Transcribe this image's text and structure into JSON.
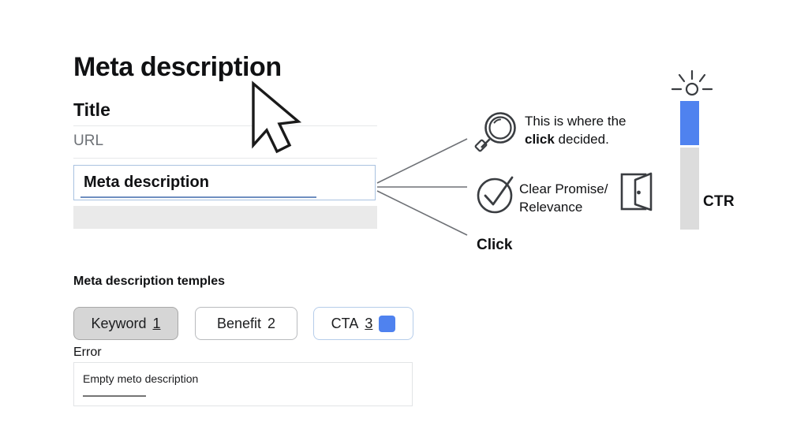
{
  "page": {
    "title": "Meta description"
  },
  "serp_preview": {
    "title_label": "Title",
    "url_label": "URL",
    "meta_field_value": "Meta description"
  },
  "cursor": {
    "icon": "mouse-pointer-icon"
  },
  "annotations": [
    {
      "icon": "magnifier-icon",
      "text_prefix": "This is where the ",
      "text_bold": "click",
      "text_suffix": " decided."
    },
    {
      "icon": "check-circle-icon",
      "line1": "Clear Promise/",
      "line2": "Relevance",
      "secondary_icon": "open-door-icon"
    },
    {
      "icon": "",
      "label": "Click"
    }
  ],
  "ctr_gauge": {
    "spark_icon": "light-burst-icon",
    "label": "CTR",
    "fill_color": "#4f82ef",
    "track_color": "#dcdcdc"
  },
  "templates": {
    "heading": "Meta description temples",
    "buttons": [
      {
        "label": "Keyword",
        "number": "1",
        "state": "selected"
      },
      {
        "label": "Benefit",
        "number": "2",
        "state": "default"
      },
      {
        "label": "CTA",
        "number": "3",
        "state": "focused",
        "swatch_color": "#4f82ef"
      }
    ]
  },
  "error": {
    "label": "Error",
    "message": "Empty meto description"
  }
}
